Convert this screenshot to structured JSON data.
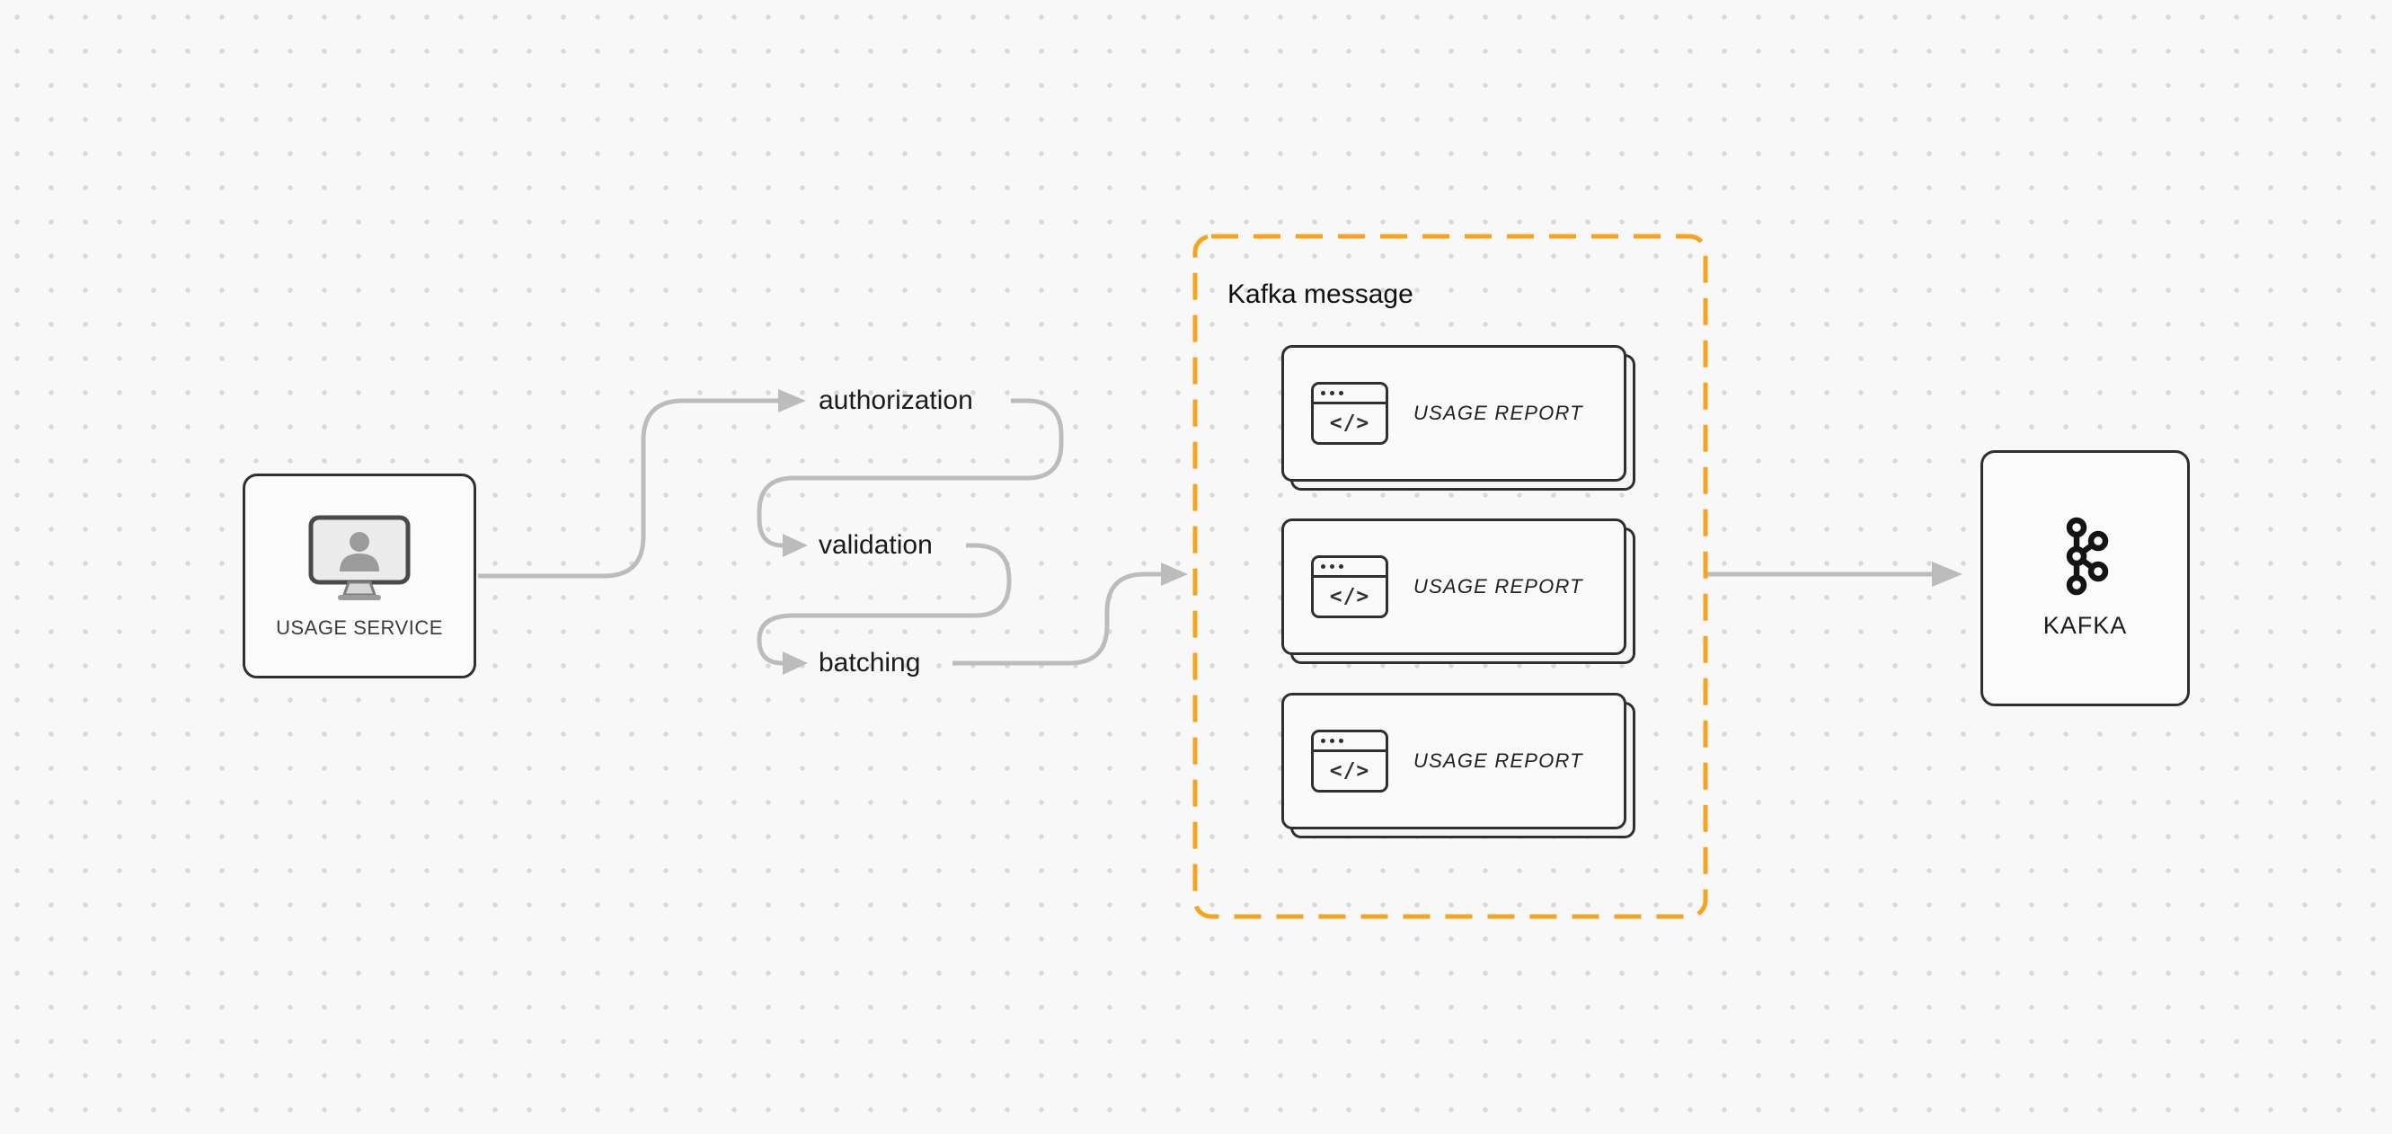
{
  "colors": {
    "background": "#f8f8f8",
    "dot_grid": "#d9d9d9",
    "connector_gray": "#bcbcbc",
    "border_dark": "#2f2f2f",
    "accent_orange": "#f6a41f"
  },
  "usage_service": {
    "label": "USAGE SERVICE"
  },
  "pipeline_steps": [
    {
      "label": "authorization"
    },
    {
      "label": "validation"
    },
    {
      "label": "batching"
    }
  ],
  "kafka_message_group": {
    "title": "Kafka message",
    "cards": [
      {
        "label": "USAGE REPORT"
      },
      {
        "label": "USAGE REPORT"
      },
      {
        "label": "USAGE REPORT"
      }
    ]
  },
  "kafka": {
    "label": "KAFKA"
  },
  "icons": {
    "code_glyph": "</>"
  }
}
